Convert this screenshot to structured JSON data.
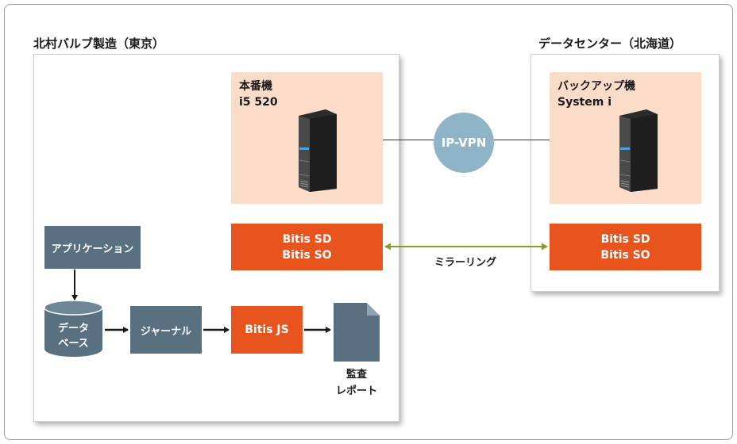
{
  "tokyo": {
    "title": "北村バルブ製造（東京）"
  },
  "datacenter": {
    "title": "データセンター（北海道）"
  },
  "primary": {
    "name": "本番機",
    "model": "i5 520"
  },
  "backup": {
    "name": "バックアップ機",
    "model": "System i"
  },
  "bitis_left": {
    "line1": "Bitis SD",
    "line2": "Bitis SO"
  },
  "bitis_right": {
    "line1": "Bitis SD",
    "line2": "Bitis SO"
  },
  "network": {
    "label": "IP-VPN"
  },
  "mirroring": {
    "label": "ミラーリング"
  },
  "flow": {
    "application": "アプリケーション",
    "database_line1": "データ",
    "database_line2": "ベース",
    "journal": "ジャーナル",
    "bitis_js": "Bitis JS",
    "report_line1": "監査",
    "report_line2": "レポート"
  },
  "colors": {
    "orange": "#e8541e",
    "slate": "#587080",
    "peach": "#fadcc9",
    "vpn": "#8fb4c8",
    "mirror_arrow": "#8a9a2e"
  }
}
